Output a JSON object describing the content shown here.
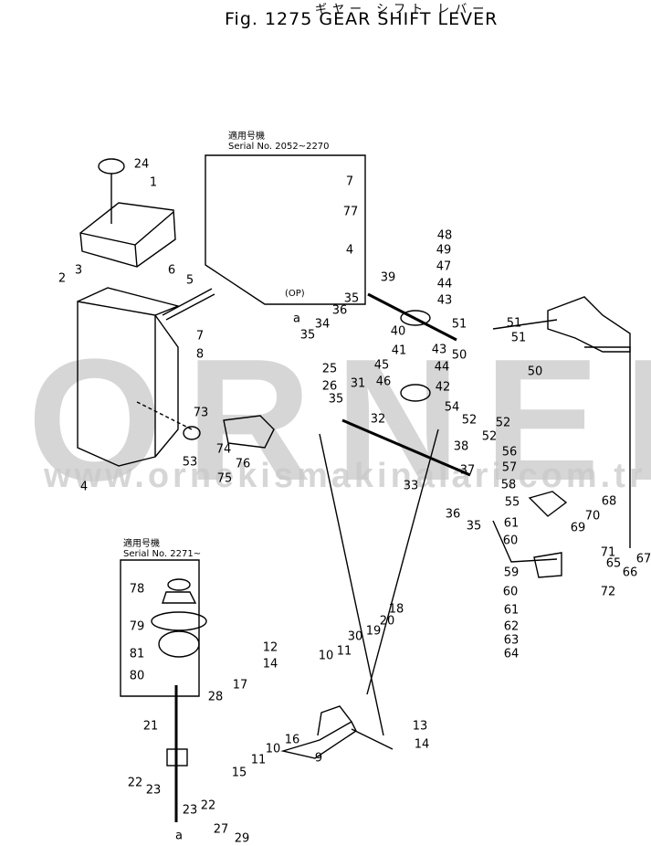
{
  "header": {
    "title_jp": "ギヤー シフト レバー",
    "title": "Fig. 1275 GEAR SHIFT LEVER"
  },
  "serial_boxes": [
    {
      "jp": "適用号機",
      "serial": "Serial No. 2052~2270",
      "note": "(OP)"
    },
    {
      "jp": "適用号機",
      "serial": "Serial No. 2271~"
    }
  ],
  "watermark": {
    "logo": "ORNEK",
    "url": "www.ornekismakinalari.com.tr"
  },
  "part_labels": [
    "24",
    "1",
    "2",
    "3",
    "6",
    "5",
    "7",
    "77",
    "4",
    "7",
    "8",
    "4",
    "73",
    "53",
    "74",
    "76",
    "75",
    "48",
    "49",
    "47",
    "39",
    "44",
    "43",
    "35",
    "36",
    "a",
    "34",
    "35",
    "40",
    "41",
    "43",
    "25",
    "45",
    "44",
    "26",
    "46",
    "42",
    "31",
    "35",
    "32",
    "51",
    "51",
    "51",
    "50",
    "50",
    "54",
    "52",
    "52",
    "52",
    "38",
    "56",
    "37",
    "57",
    "58",
    "33",
    "36",
    "35",
    "55",
    "61",
    "60",
    "68",
    "69",
    "70",
    "71",
    "65",
    "66",
    "67",
    "59",
    "72",
    "60",
    "61",
    "62",
    "63",
    "64",
    "18",
    "20",
    "19",
    "30",
    "11",
    "10",
    "12",
    "14",
    "17",
    "28",
    "13",
    "14",
    "9",
    "16",
    "10",
    "11",
    "15",
    "21",
    "22",
    "23",
    "23",
    "22",
    "27",
    "29",
    "a",
    "78",
    "79",
    "81",
    "80"
  ]
}
